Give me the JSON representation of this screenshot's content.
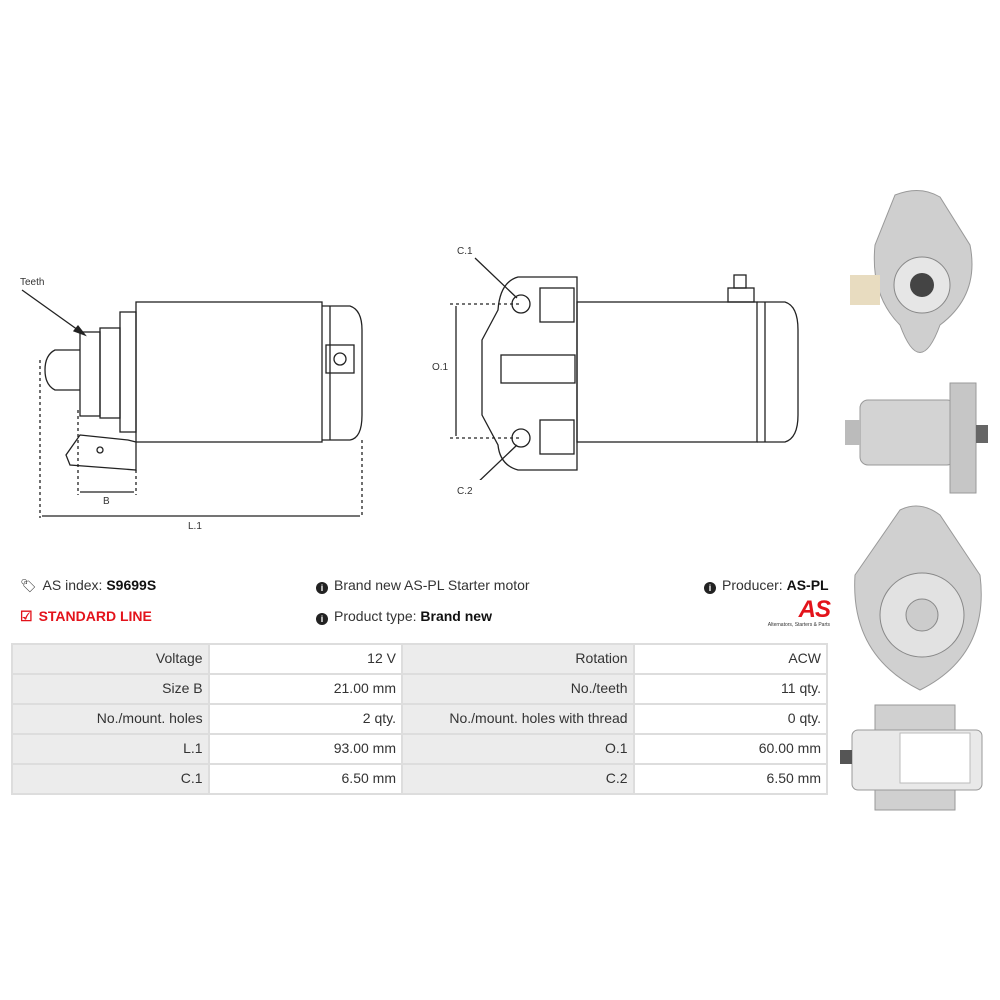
{
  "drawing": {
    "teeth_label": "Teeth",
    "b_label": "B",
    "l1_label": "L.1",
    "c1_label": "C.1",
    "c2_label": "C.2",
    "o1_label": "O.1"
  },
  "info": {
    "as_index_label": "AS index:",
    "as_index_value": "S9699S",
    "line": "STANDARD LINE",
    "description": "Brand new AS-PL Starter motor",
    "product_type_label": "Product type:",
    "product_type_value": "Brand new",
    "producer_label": "Producer:",
    "producer_value": "AS-PL",
    "logo_text": "AS",
    "logo_tagline": "Alternators, Starters & Parts"
  },
  "specs": [
    {
      "l1": "Voltage",
      "v1": "12 V",
      "l2": "Rotation",
      "v2": "ACW"
    },
    {
      "l1": "Size B",
      "v1": "21.00 mm",
      "l2": "No./teeth",
      "v2": "11 qty."
    },
    {
      "l1": "No./mount. holes",
      "v1": "2 qty.",
      "l2": "No./mount. holes with thread",
      "v2": "0 qty."
    },
    {
      "l1": "L.1",
      "v1": "93.00 mm",
      "l2": "O.1",
      "v2": "60.00 mm"
    },
    {
      "l1": "C.1",
      "v1": "6.50 mm",
      "l2": "C.2",
      "v2": "6.50 mm"
    }
  ],
  "colors": {
    "accent": "#e3131b"
  }
}
